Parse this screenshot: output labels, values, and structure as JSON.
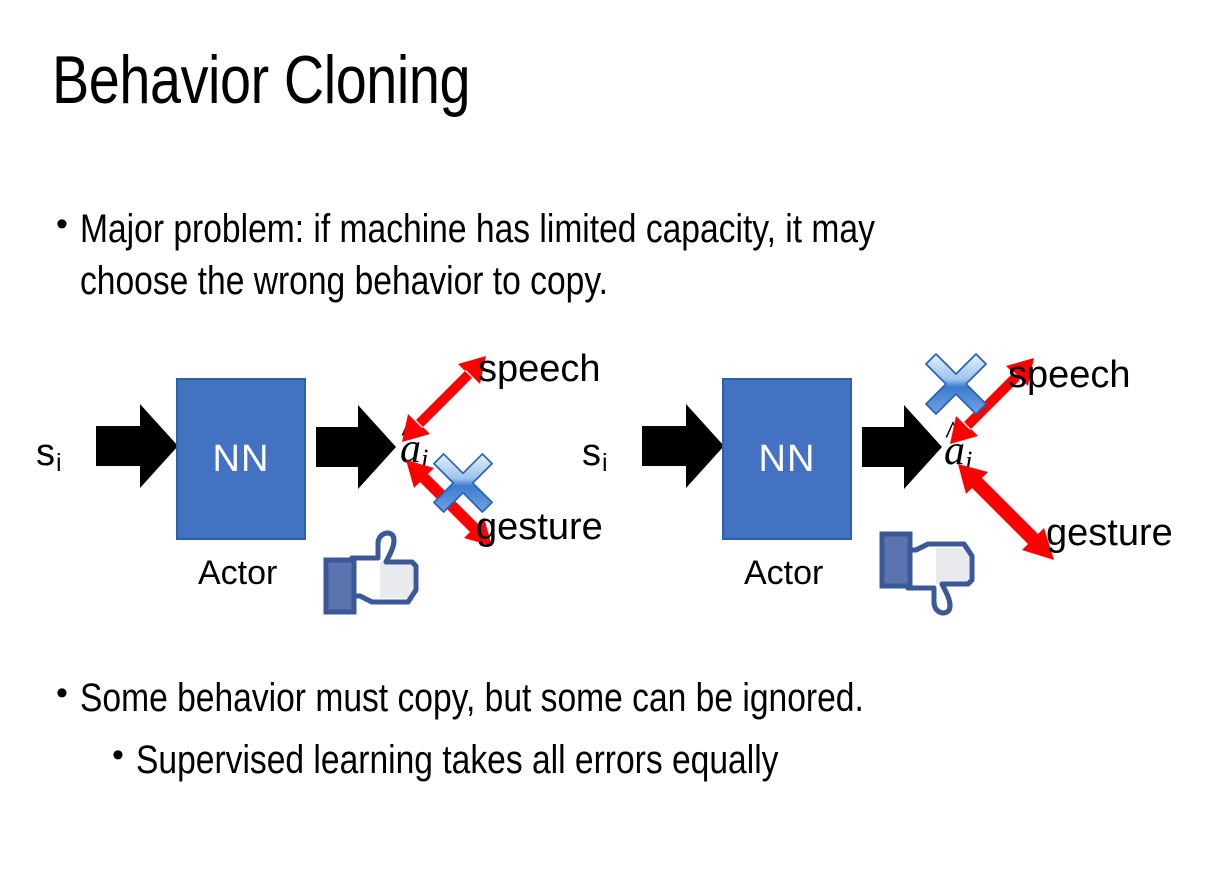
{
  "slide": {
    "title": "Behavior Cloning",
    "background_color": "#FFFFFF"
  },
  "bullets": {
    "dot": "•",
    "top": "Major problem: if machine has limited capacity, it may choose the wrong behavior to copy.",
    "bottom_1": "Some behavior must copy, but some can be ignored.",
    "bottom_2": "Supervised learning takes all errors equally"
  },
  "colors": {
    "nn_box_fill": "#4372C3",
    "nn_box_border": "#2E5FA8",
    "arrow_black": "#000000",
    "arrow_red": "#FF0000",
    "x_mark_blue": "#3E7BD0",
    "thumb_blue": "#3B5998",
    "text_black": "#000000"
  },
  "diagrams": [
    {
      "id": "left",
      "state_symbol": "s",
      "state_subscript": "i",
      "nn_label": "NN",
      "actor_label": "Actor",
      "action_symbol": "a",
      "action_subscript": "i",
      "action_has_hat": true,
      "outputs": [
        {
          "label": "speech",
          "crossed_out": false
        },
        {
          "label": "gesture",
          "crossed_out": true
        }
      ],
      "feedback_icon": "thumbs-up",
      "x_mark_on": "gesture"
    },
    {
      "id": "right",
      "state_symbol": "s",
      "state_subscript": "i",
      "nn_label": "NN",
      "actor_label": "Actor",
      "action_symbol": "a",
      "action_subscript": "i",
      "action_has_hat": true,
      "outputs": [
        {
          "label": "speech",
          "crossed_out": true
        },
        {
          "label": "gesture",
          "crossed_out": false
        }
      ],
      "feedback_icon": "thumbs-down",
      "x_mark_on": "speech"
    }
  ]
}
